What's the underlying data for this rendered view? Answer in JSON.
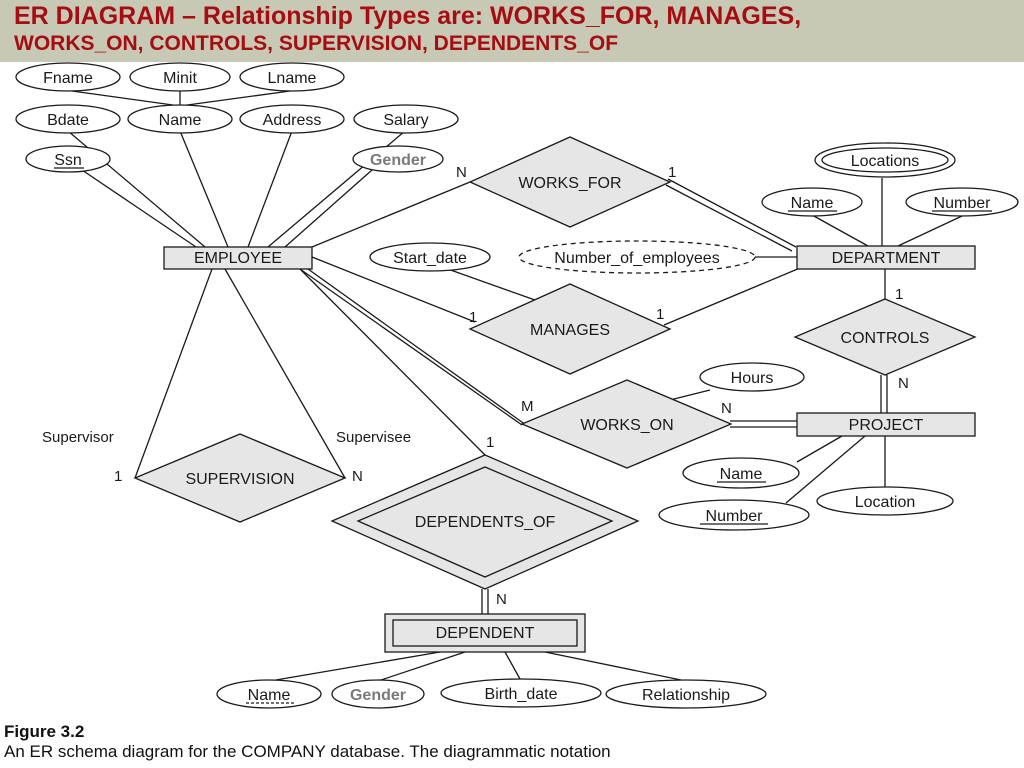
{
  "title": {
    "line1": "ER DIAGRAM – Relationship Types are: WORKS_FOR, MANAGES,",
    "line2": "WORKS_ON, CONTROLS, SUPERVISION, DEPENDENTS_OF"
  },
  "entities": {
    "employee": "EMPLOYEE",
    "department": "DEPARTMENT",
    "project": "PROJECT",
    "dependent": "DEPENDENT"
  },
  "relationships": {
    "works_for": "WORKS_FOR",
    "manages": "MANAGES",
    "works_on": "WORKS_ON",
    "controls": "CONTROLS",
    "supervision": "SUPERVISION",
    "dependents_of": "DEPENDENTS_OF"
  },
  "attributes": {
    "employee": {
      "fname": "Fname",
      "minit": "Minit",
      "lname": "Lname",
      "bdate": "Bdate",
      "name": "Name",
      "address": "Address",
      "salary": "Salary",
      "ssn": "Ssn",
      "gender": "Gender"
    },
    "department": {
      "locations": "Locations",
      "name": "Name",
      "number": "Number",
      "number_of_employees": "Number_of_employees"
    },
    "manages": {
      "start_date": "Start_date"
    },
    "works_on": {
      "hours": "Hours"
    },
    "project": {
      "name": "Name",
      "number": "Number",
      "location": "Location"
    },
    "dependent": {
      "name": "Name",
      "gender": "Gender",
      "birth_date": "Birth_date",
      "relationship": "Relationship"
    }
  },
  "cardinalities": {
    "works_for_employee": "N",
    "works_for_department": "1",
    "manages_employee": "1",
    "manages_department": "1",
    "works_on_employee": "M",
    "works_on_project": "N",
    "controls_department": "1",
    "controls_project": "N",
    "supervision_supervisor": "1",
    "supervision_supervisee": "N",
    "dependents_of_employee": "1",
    "dependents_of_dependent": "N"
  },
  "roles": {
    "supervisor": "Supervisor",
    "supervisee": "Supervisee"
  },
  "caption": {
    "label": "Figure 3.2",
    "text": "An ER schema diagram for the COMPANY database. The diagrammatic notation"
  },
  "colors": {
    "title_text": "#a50d13",
    "title_background": "#c8c9b4",
    "shape_fill": "#e6e6e6",
    "added_attribute_text": "#7a7a7a"
  }
}
